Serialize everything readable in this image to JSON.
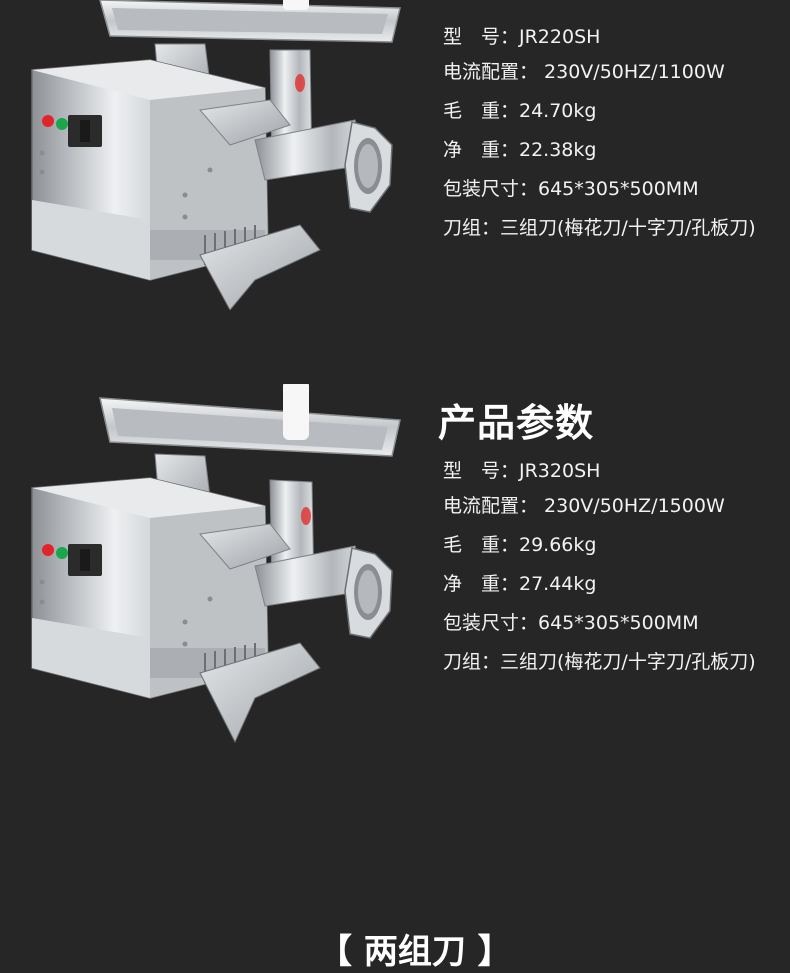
{
  "product1": {
    "specs": [
      "型　号：JR220SH",
      "电流配置：  230V/50HZ/1100W",
      "毛　重：24.70kg",
      "净　重：22.38kg",
      "包装尺寸：645*305*500MM",
      "刀组：三组刀(梅花刀/十字刀/孔板刀)"
    ]
  },
  "product2": {
    "title": "产品参数",
    "specs": [
      "型　号：JR320SH",
      "电流配置：  230V/50HZ/1500W",
      "毛　重：29.66kg",
      "净　重：27.44kg",
      "包装尺寸：645*305*500MM",
      "刀组：三组刀(梅花刀/十字刀/孔板刀)"
    ]
  },
  "next_section": {
    "title": "【 两组刀 】"
  },
  "colors": {
    "background": "#262626",
    "text": "#f2f2f2",
    "steel": "#c9ccd0",
    "button_red": "#e0252a",
    "button_green": "#1aa64a"
  }
}
